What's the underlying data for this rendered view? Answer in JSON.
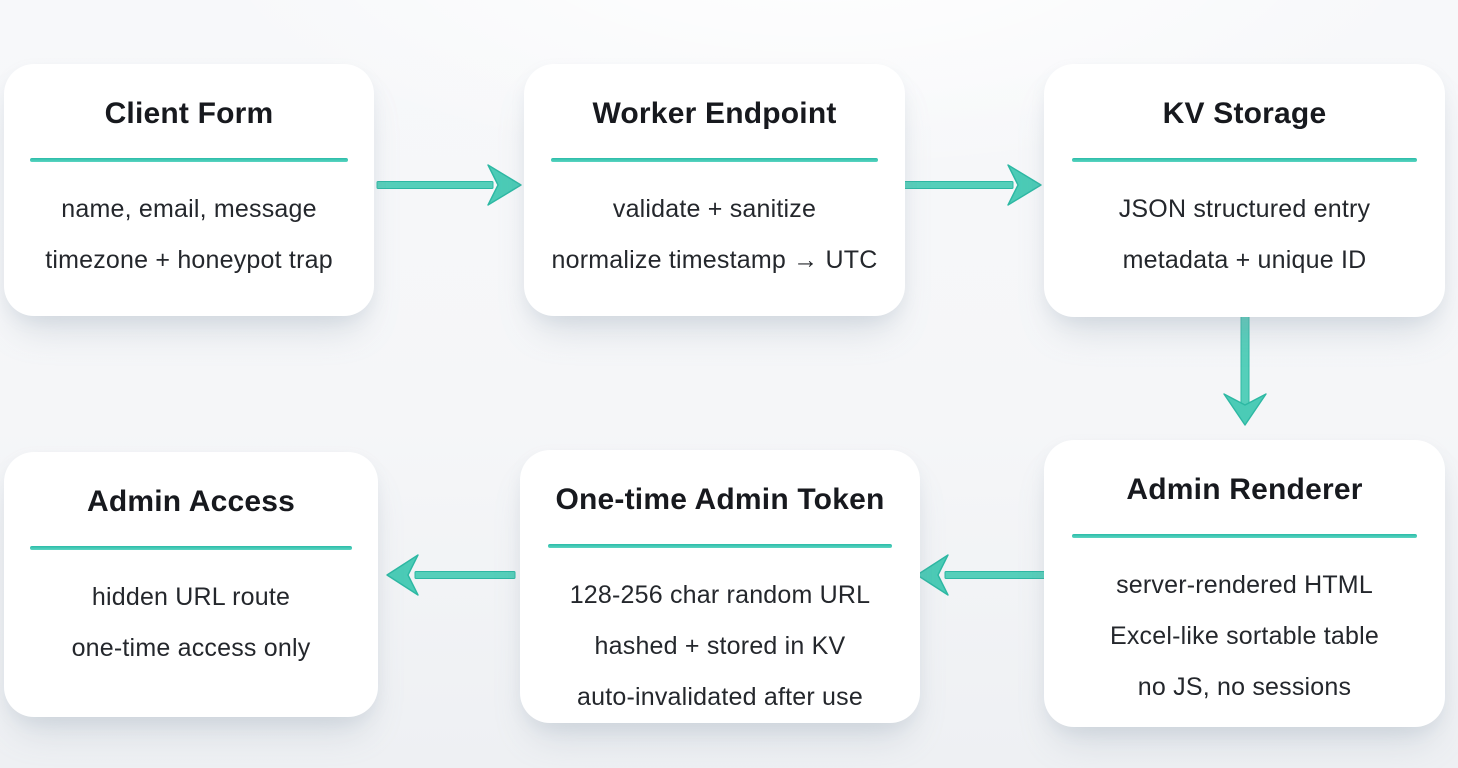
{
  "diagram": {
    "accent_color": "#3fc7b2",
    "background_color": "#f6f7f9",
    "card_color": "#ffffff",
    "title_color": "#17191e",
    "body_color": "#24272c",
    "nodes": [
      {
        "id": "client-form",
        "title": "Client Form",
        "lines": [
          "name, email, message",
          "timezone + honeypot trap"
        ]
      },
      {
        "id": "worker-endpoint",
        "title": "Worker Endpoint",
        "lines": [
          "validate + sanitize",
          "normalize timestamp → UTC"
        ]
      },
      {
        "id": "kv-storage",
        "title": "KV Storage",
        "lines": [
          "JSON structured entry",
          "metadata + unique ID"
        ]
      },
      {
        "id": "admin-renderer",
        "title": "Admin Renderer",
        "lines": [
          "server-rendered HTML",
          "Excel-like sortable table",
          "no JS, no sessions"
        ]
      },
      {
        "id": "one-time-admin-token",
        "title": "One-time Admin Token",
        "lines": [
          "128-256 char random URL",
          "hashed + stored in KV",
          "auto-invalidated after use"
        ]
      },
      {
        "id": "admin-access",
        "title": "Admin Access",
        "lines": [
          "hidden URL route",
          "one-time access only"
        ]
      }
    ],
    "connections": [
      {
        "from": "client-form",
        "to": "worker-endpoint",
        "direction": "right"
      },
      {
        "from": "worker-endpoint",
        "to": "kv-storage",
        "direction": "right"
      },
      {
        "from": "kv-storage",
        "to": "admin-renderer",
        "direction": "down"
      },
      {
        "from": "admin-renderer",
        "to": "one-time-admin-token",
        "direction": "left"
      },
      {
        "from": "one-time-admin-token",
        "to": "admin-access",
        "direction": "left"
      }
    ]
  }
}
